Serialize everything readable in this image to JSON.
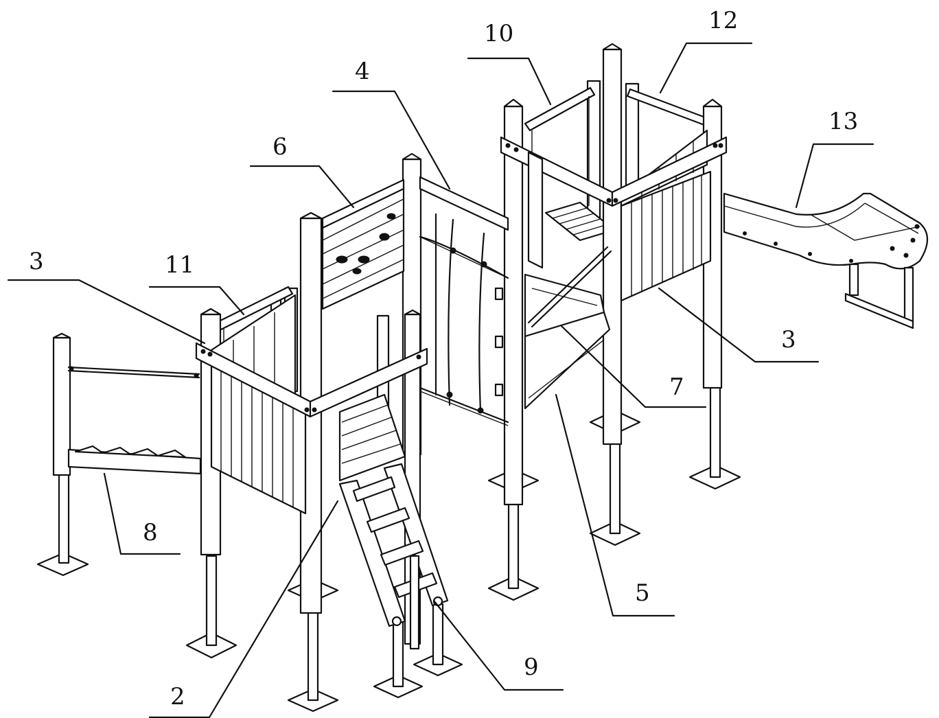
{
  "labels": {
    "n2": "2",
    "n3a": "3",
    "n3b": "3",
    "n4": "4",
    "n5": "5",
    "n6": "6",
    "n7": "7",
    "n8": "8",
    "n9": "9",
    "n10": "10",
    "n11": "11",
    "n12": "12",
    "n13": "13"
  }
}
